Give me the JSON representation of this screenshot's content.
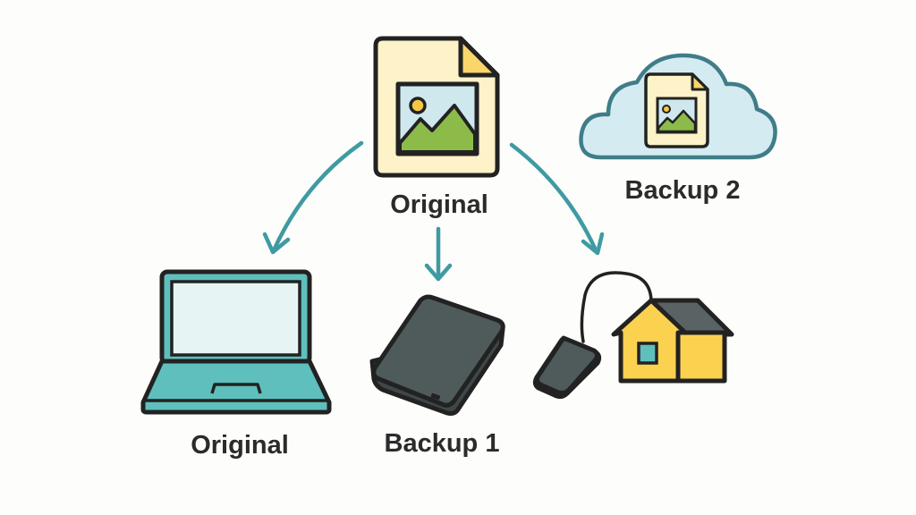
{
  "labels": {
    "original_file": "Original",
    "cloud": "Backup 2",
    "laptop": "Original",
    "drive": "Backup 1"
  },
  "colors": {
    "arrow": "#3f9aa3",
    "file_paper": "#fdf2c8",
    "fold": "#f9d56a",
    "sky": "#cfe8ee",
    "hill": "#8dbb4a",
    "sun": "#f6c842",
    "cloud_fill": "#d3ebf1",
    "cloud_stroke": "#3f7d88",
    "laptop": "#5fbfbc",
    "screen": "#e6f4f4",
    "drive": "#4f5a5b",
    "house_wall": "#fbd150",
    "house_roof": "#5a6363"
  }
}
